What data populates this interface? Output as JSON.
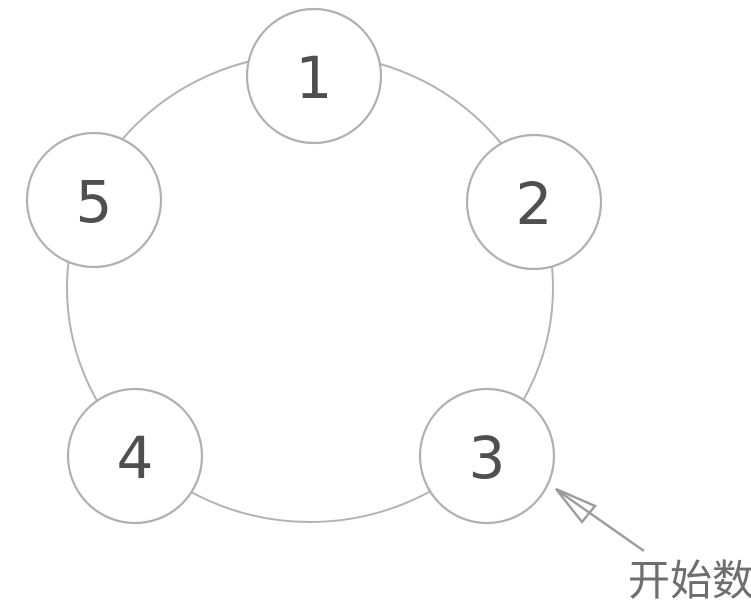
{
  "diagram": {
    "type": "counting-circle",
    "nodes": [
      {
        "label": "1"
      },
      {
        "label": "2"
      },
      {
        "label": "3"
      },
      {
        "label": "4"
      },
      {
        "label": "5"
      }
    ],
    "annotation": {
      "label": "开始数",
      "points_to_node": "3"
    },
    "colors": {
      "ring_stroke": "#b3b3b3",
      "node_stroke": "#b0b0b0",
      "node_fill": "#ffffff",
      "number_text": "#4f4f4f",
      "arrow": "#9c9c9c",
      "annotation_text": "#6e6e6e",
      "background": "#ffffff"
    }
  }
}
